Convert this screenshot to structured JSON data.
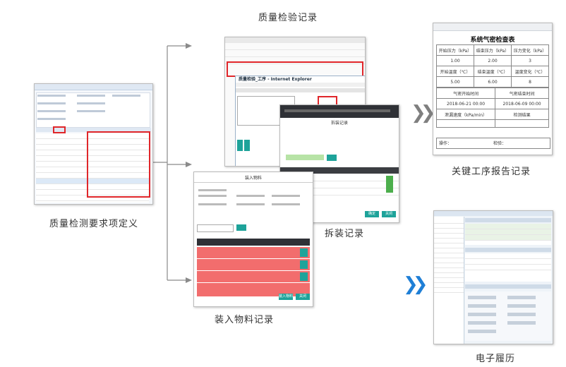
{
  "captions": {
    "quality_def": "质量检测要求项定义",
    "inspection": "质量检验记录",
    "disassembly": "拆装记录",
    "material": "装入物料记录",
    "key_process": "关键工序报告记录",
    "e_history": "电子履历"
  },
  "screens": {
    "material_dialog": {
      "title": "装入物料",
      "confirm": "装入物料",
      "close": "关闭"
    },
    "disassembly_dialog": {
      "title": "拆装记录",
      "confirm": "确定",
      "close": "关闭"
    },
    "inspection_window": {
      "title": "质量检验_工序 - Internet Explorer"
    },
    "report": {
      "title": "系统气密检查表",
      "h_start_pressure": "开始压力（kPa）",
      "h_end_pressure": "结束压力（kPa）",
      "h_pressure_change": "压力变化（kPa）",
      "v_start_pressure": "1.00",
      "v_end_pressure": "2.00",
      "v_pressure_change": "3",
      "h_start_temp": "开始温度（℃）",
      "h_end_temp": "结束温度（℃）",
      "h_temp_change": "温度变化（℃）",
      "v_start_temp": "5.00",
      "v_end_temp": "6.00",
      "v_temp_change": "8",
      "h_start_time": "气密开始时间",
      "h_end_time": "气密结束时间",
      "v_start_time": "2018-06-21 00:00",
      "v_end_time": "2018-06-09 00:00",
      "h_leak_rate": "泄漏速度（kPa/min）",
      "h_result": "检测结果",
      "operator": "操作：",
      "checker": "检验："
    }
  },
  "colors": {
    "teal": "#1ea39a",
    "red_row": "#f26d6d",
    "chevron_gray": "#7f7f7f",
    "chevron_blue": "#1f7fd6",
    "highlight": "#e0262a"
  }
}
